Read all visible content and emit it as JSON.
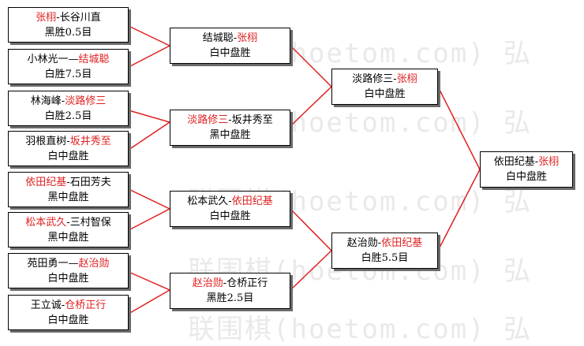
{
  "watermark": "联围棋(hoetom.com) 弘",
  "colors": {
    "line": "#e02020",
    "winner": "#e02020",
    "text": "#000000"
  },
  "round1": [
    {
      "winner": "张栩",
      "sep": "-",
      "loser": "长谷川直",
      "winner_first": true,
      "result": "黑胜0.5目"
    },
    {
      "winner": "结城聪",
      "sep": "—",
      "loser": "小林光一",
      "winner_first": false,
      "result": "白胜7.5目"
    },
    {
      "winner": "淡路修三",
      "sep": "-",
      "loser": "林海峰",
      "winner_first": false,
      "result": "白胜2.5目"
    },
    {
      "winner": "坂井秀至",
      "sep": "-",
      "loser": "羽根直树",
      "winner_first": false,
      "result": "白中盘胜"
    },
    {
      "winner": "依田纪基",
      "sep": "-",
      "loser": "石田芳夫",
      "winner_first": true,
      "result": "黑中盘胜"
    },
    {
      "winner": "松本武久",
      "sep": "-",
      "loser": "三村智保",
      "winner_first": true,
      "result": "黑中盘胜"
    },
    {
      "winner": "赵治勋",
      "sep": "—",
      "loser": "苑田勇一",
      "winner_first": false,
      "result": "白中盘胜"
    },
    {
      "winner": "仓桥正行",
      "sep": "-",
      "loser": "王立诚",
      "winner_first": false,
      "result": "白中盘胜"
    }
  ],
  "round2": [
    {
      "winner": "张栩",
      "sep": "-",
      "loser": "结城聪",
      "winner_first": false,
      "result": "白中盘胜"
    },
    {
      "winner": "淡路修三",
      "sep": "-",
      "loser": "坂井秀至",
      "winner_first": true,
      "result": "黑中盘胜"
    },
    {
      "winner": "依田纪基",
      "sep": "-",
      "loser": "松本武久",
      "winner_first": false,
      "result": "白中盘胜"
    },
    {
      "winner": "赵治勋",
      "sep": "-",
      "loser": "仓桥正行",
      "winner_first": true,
      "result": "黑胜2.5目"
    }
  ],
  "round3": [
    {
      "winner": "张栩",
      "sep": "-",
      "loser": "淡路修三",
      "winner_first": false,
      "result": "白中盘胜"
    },
    {
      "winner": "依田纪基",
      "sep": "-",
      "loser": "赵治勋",
      "winner_first": false,
      "result": "白胜5.5目"
    }
  ],
  "final": [
    {
      "winner": "张栩",
      "sep": "-",
      "loser": "依田纪基",
      "winner_first": false,
      "result": "白中盘胜"
    }
  ]
}
